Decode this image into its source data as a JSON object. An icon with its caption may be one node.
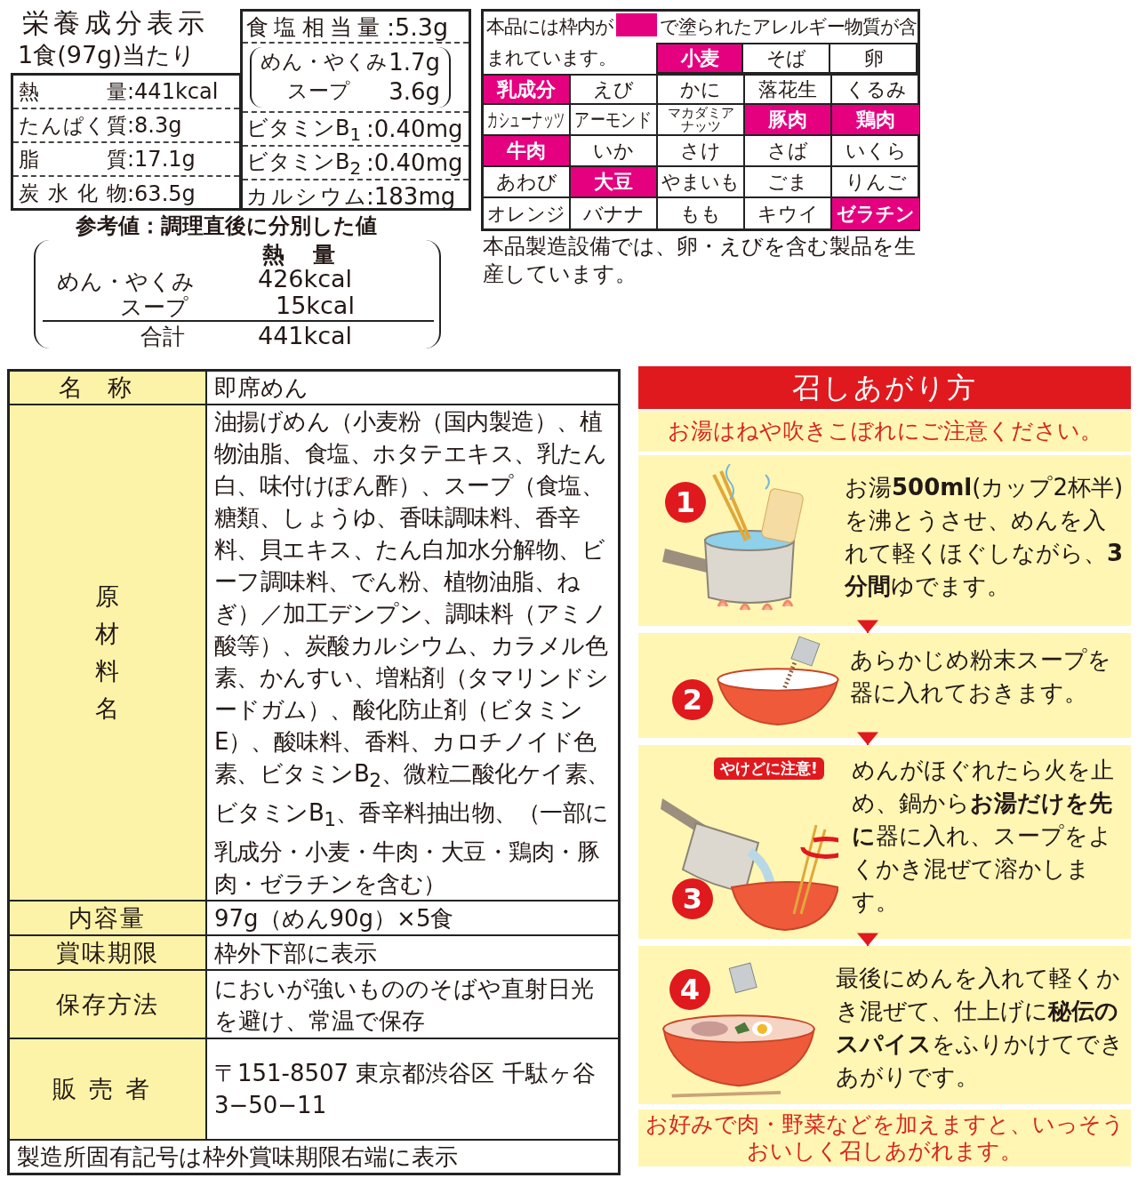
{
  "diagram": {
    "nodes": [
      {
        "text": [
          "召しあがり方",
          "お湯はねや吹きこぼれにご注意ください。",
          "お好みで肉・野菜などを加えますと、いっそうおいしく召しあがれます。"
        ]
      },
      {
        "text": [
          "1",
          "お湯**500ml**(カップ2杯半)を沸とうさせ、めんを入れて軽くほぐしながら、**3分間**ゆでます。"
        ],
        "in": 0
      },
      {
        "text": [
          "2",
          "あらかじめ粉末スープを器に入れておきます。"
        ],
        "in": 0
      },
      {
        "text": [
          "3",
          "やけどに注意!",
          "めんがほぐれたら火を止め、鍋から**お湯だけを先に**器に入れ、スープをよくかき混ぜて溶かします。"
        ],
        "in": 0
      },
      {
        "text": [
          "4",
          "最後にめんを入れて軽くかき混ぜて、仕上げに**秘伝のスパイス**をふりかけてできあがりです。"
        ],
        "in": 0
      }
    ],
    "edges": [
      {
        "from": 1,
        "to": 2,
        "arrow": "to"
      },
      {
        "from": 2,
        "to": 3,
        "arrow": "to"
      },
      {
        "from": 3,
        "to": 4,
        "arrow": "to"
      }
    ],
    "labels": [
      "栄養成分表示",
      "1食(97g)当たり",
      "熱量",
      ":441kcal",
      "たんぱく質",
      ":8.3g",
      "脂質",
      ":17.1g",
      "炭水化物",
      ":63.5g",
      "食塩相当量",
      ":5.3g",
      "めん・やくみ",
      "1.7g",
      "スープ",
      "3.6g",
      "ビタミンB$_{1}$",
      ":0.40mg",
      "ビタミンB$_{2}$",
      ":0.40mg",
      "カルシウム",
      ":183mg",
      "参考値：調理直後に分別した値",
      "熱量",
      "めん・やくみ",
      "426kcal",
      "スープ",
      "15kcal",
      "合計",
      "441kcal",
      "本品には枠内が",
      "小麦",
      "そば",
      "卵",
      "乳成分",
      "えび",
      "かに",
      "落花生",
      "くるみ",
      "カシューナッツ",
      "アーモンド",
      "マカダミアナッツ",
      "豚肉",
      "鶏肉",
      "牛肉",
      "いか",
      "さけ",
      "さば",
      "いくら",
      "あわび",
      "大豆",
      "やまいも",
      "ごま",
      "りんご",
      "オレンジ",
      "バナナ",
      "もも",
      "キウイ",
      "ゼラチン",
      "本品製造設備では、卵・えびを含む製品を生産しています。",
      "名称",
      "即席めん",
      "原材料名",
      "油揚げめん（小麦粉（国内製造）、植物油脂、食塩、ホタテエキス、乳たん白、味付けぽん酢）、スープ（食塩、糖類、しょうゆ、香味調味料、香辛料、貝エキス、たん白加水分解物、ビーフ調味料、でん粉、植物油脂、ねぎ）／加工デンプン、調味料（アミノ酸等）、炭酸カルシウム、カラメル色素、かんすい、増粘剤（タマリンドシードガム）、酸化防止剤（ビタミンE）、酸味料、香料、カロチノイド色素、ビタミンB$_{2}$、微粒二酸化ケイ素、ビタミンB$_{1}$、香辛料抽出物、（一部に乳成分・小麦・牛肉・大豆・鶏肉・豚肉・ゼラチンを含む）",
      "内容量",
      "97g（めん90g）×5食",
      "賞味期限",
      "枠外下部に表示",
      "保存方法",
      "においが強いもののそばや直射日光を避け、常温で保存",
      "販売者",
      "〒151-8507 東京都渋谷区 千駄ヶ谷3−50−11",
      "製造所固有記号は枠外賞味期限右端に表示"
    ],
    "legend": [
      {
        "text": "で塗られたアレルギー物質が含まれています。",
        "color": "#e4007f"
      }
    ]
  }
}
